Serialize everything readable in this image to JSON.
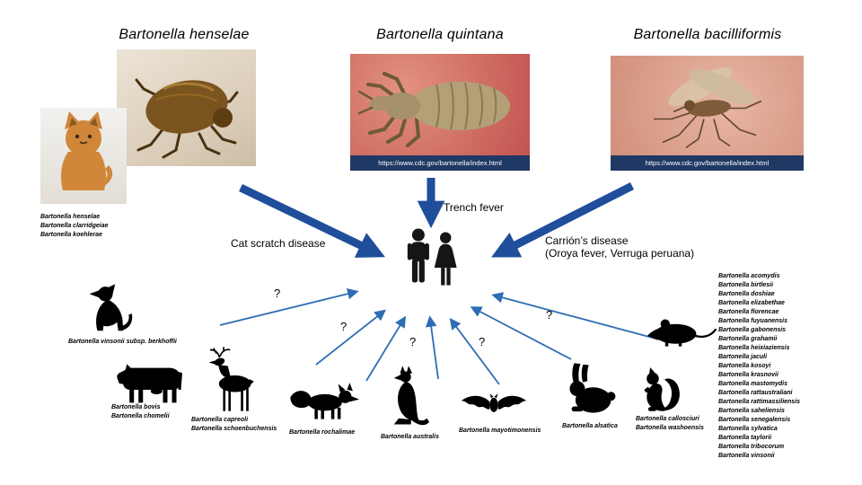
{
  "titles": {
    "left": "Bartonella henselae",
    "center": "Bartonella quintana",
    "right": "Bartonella bacilliformis"
  },
  "photos": {
    "louse_caption": "https://www.cdc.gov/bartonella/index.html",
    "sandfly_caption": "https://www.cdc.gov/bartonella/index.html"
  },
  "diseases": {
    "cat_scratch": "Cat scratch disease",
    "trench": "Trench fever",
    "carrion_line1": "Carrión’s disease",
    "carrion_line2": "(Oroya fever,  Verruga peruana)"
  },
  "cat_species": [
    "Bartonella henselae",
    "Bartonella clarridgeiae",
    "Bartonella koehlerae"
  ],
  "dog_species": [
    "Bartonella vinsonii  subsp. berkhoffii"
  ],
  "cow_species": [
    "Bartonella bovis",
    "Bartonella chomelii"
  ],
  "deer_species": [
    "Bartonella capreoli",
    "Bartonella schoenbuchensis"
  ],
  "fox_species": [
    "Bartonella rochalimae"
  ],
  "kangaroo_species": [
    "Bartonella australis"
  ],
  "bat_species": [
    "Bartonella mayotimonensis"
  ],
  "rabbit_species": [
    "Bartonella alsatica"
  ],
  "squirrel_species": [
    "Bartonella callosciuri",
    "Bartonella washoensis"
  ],
  "rodent_species": [
    "Bartonella acomydis",
    "Bartonella birtlesii",
    "Bartonella doshiae",
    "Bartonella elizabethae",
    "Bartonella florencae",
    "Bartonella fuyuanensis",
    "Bartonella gabonensis",
    "Bartonella grahamii",
    "Bartonella heixiaziensis",
    "Bartonella jaculi",
    "Bartonella kosoyi",
    "Bartonella krasnovii",
    "Bartonella mastomydis",
    "Bartonella rattaustraliani",
    "Bartonella rattimassiliensis",
    "Bartonella saheliensis",
    "Bartonella senegalensis",
    "Bartonella sylvatica",
    "Bartonella taylorii",
    "Bartonella tribocorum",
    "Bartonella vinsonii"
  ],
  "question_mark": "?",
  "colors": {
    "arrow_thick": "#1F4E9B",
    "arrow_thin": "#2e6db4",
    "caption_bg": "#203864"
  }
}
